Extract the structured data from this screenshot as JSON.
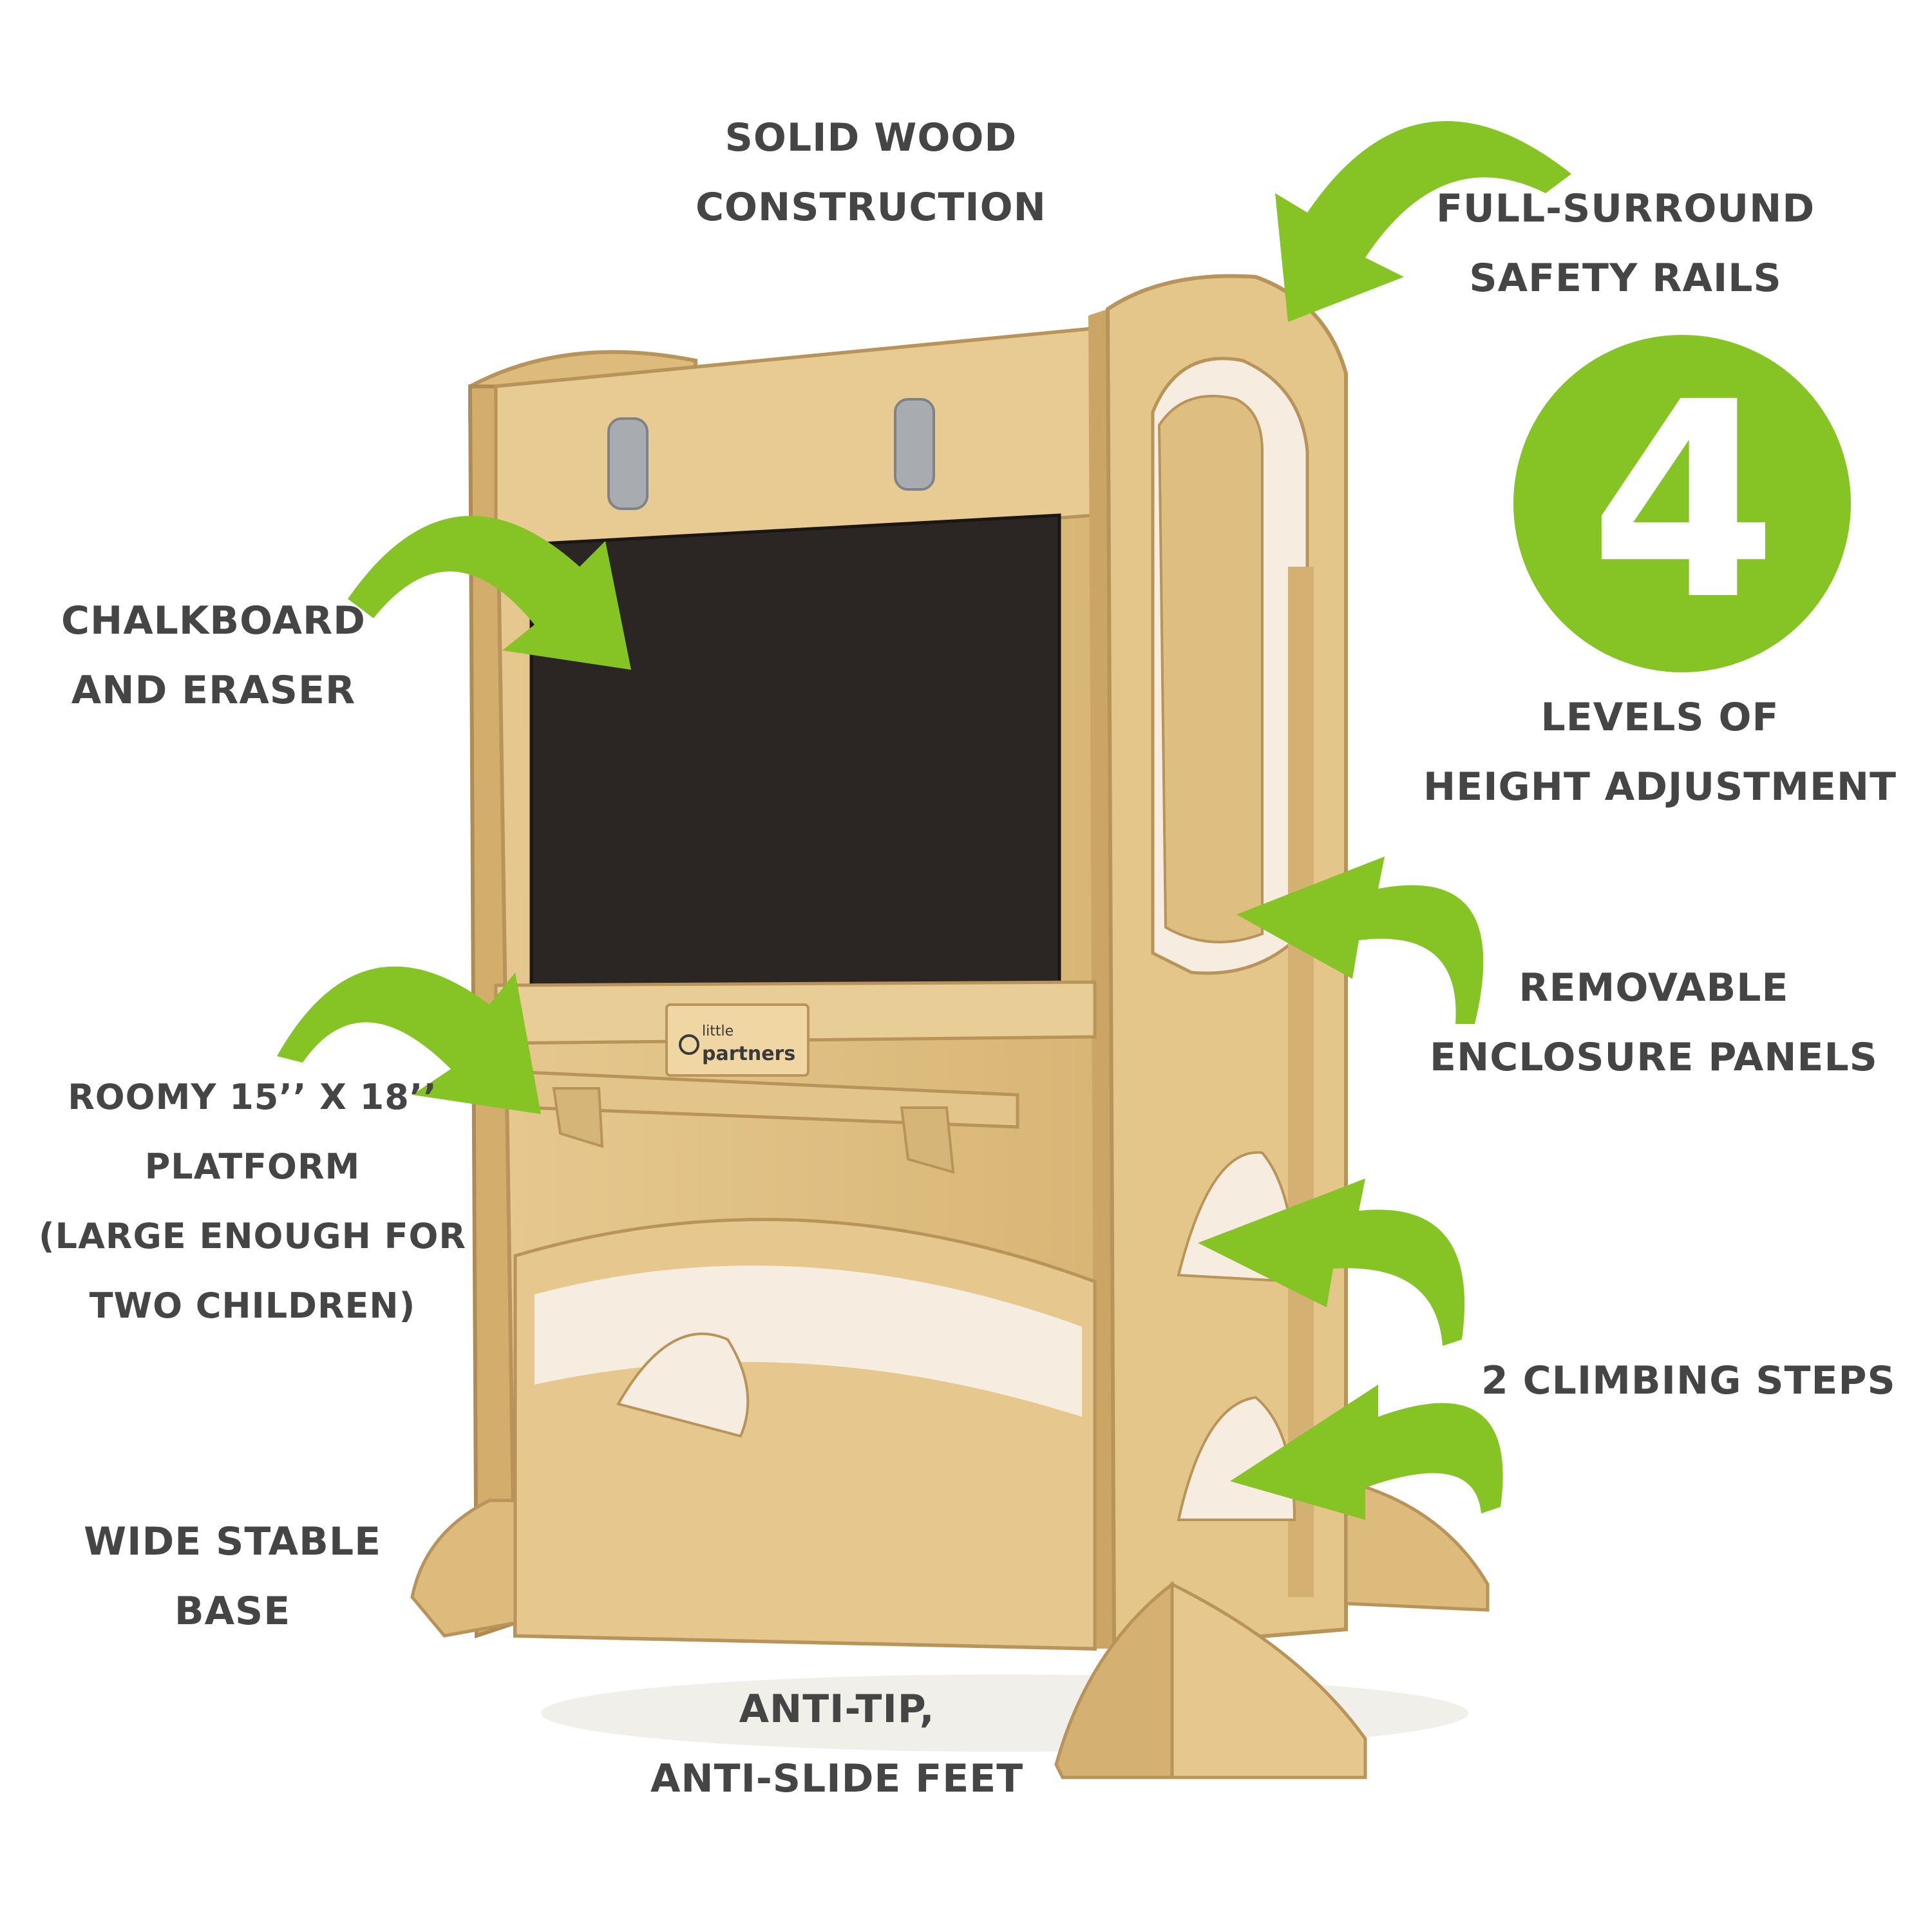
{
  "labels": {
    "solid_wood": [
      "SOLID WOOD",
      "CONSTRUCTION"
    ],
    "safety_rails": [
      "FULL-SURROUND",
      "SAFETY RAILS"
    ],
    "chalkboard": [
      "CHALKBOARD",
      "AND ERASER"
    ],
    "height_levels": [
      "LEVELS OF",
      "HEIGHT ADJUSTMENT"
    ],
    "panels": [
      "REMOVABLE",
      "ENCLOSURE PANELS"
    ],
    "platform": [
      "ROOMY 15’’ X 18’’",
      "PLATFORM",
      "(LARGE ENOUGH FOR",
      "TWO CHILDREN)"
    ],
    "steps": [
      "2 CLIMBING STEPS"
    ],
    "base": [
      "WIDE STABLE",
      "BASE"
    ],
    "feet": [
      "ANTI-TIP,",
      "ANTI-SLIDE FEET"
    ]
  },
  "badge": {
    "number": "4"
  },
  "brand": {
    "small": "little",
    "large": "partners"
  },
  "colors": {
    "accent_green": "#86c324",
    "text": "#454545",
    "wood": "#e3c48a",
    "wood_dark": "#c9a463",
    "chalkboard": "#2b2623",
    "hook": "#a8acb0"
  },
  "icons": [
    "curved-arrow-icon",
    "smiley-logo-icon"
  ]
}
